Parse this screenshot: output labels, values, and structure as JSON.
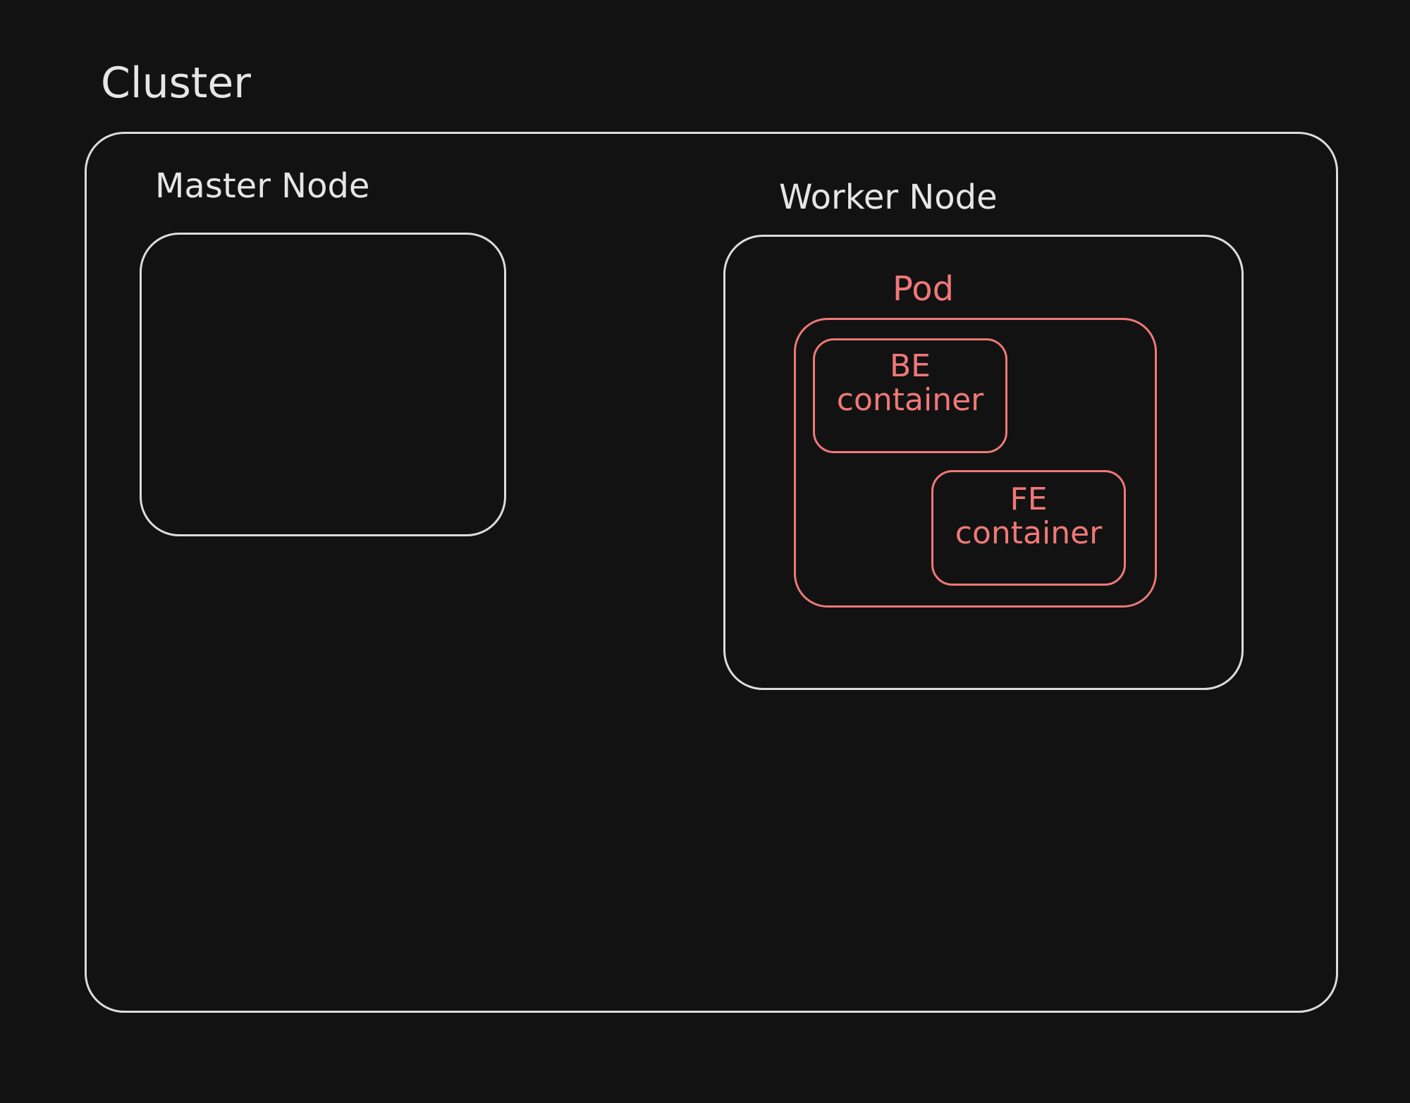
{
  "diagram": {
    "cluster": {
      "label": "Cluster"
    },
    "master_node": {
      "label": "Master Node"
    },
    "worker_node": {
      "label": "Worker Node"
    },
    "pod": {
      "label": "Pod"
    },
    "be_container": {
      "line1": "BE",
      "line2": "container"
    },
    "fe_container": {
      "line1": "FE",
      "line2": "container"
    }
  },
  "colors": {
    "background": "#121212",
    "outline": "#dcdcdc",
    "accent": "#f07878"
  }
}
